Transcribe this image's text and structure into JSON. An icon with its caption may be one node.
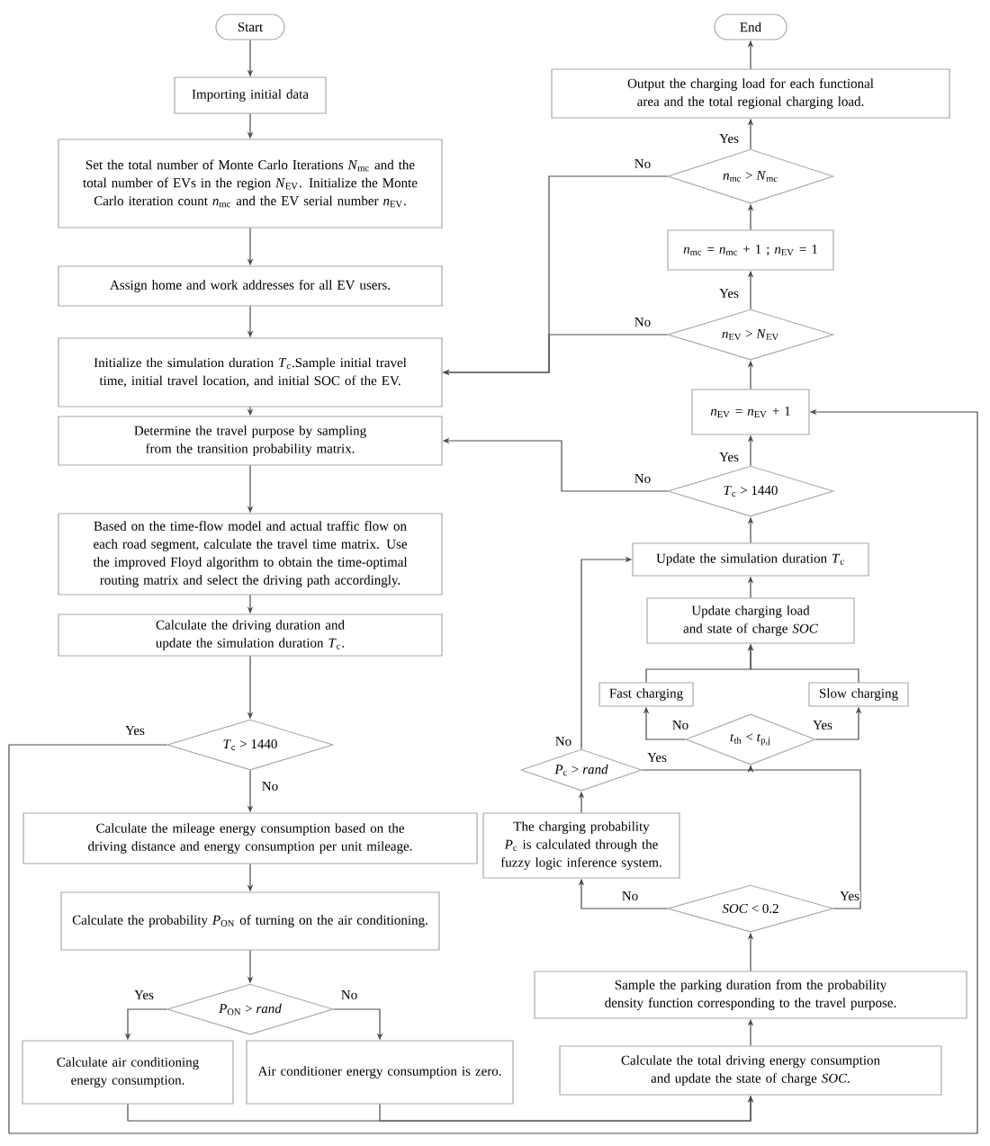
{
  "diagram": {
    "nodes": [
      {
        "text": [
          "Start"
        ]
      },
      {
        "text": [
          "Importing initial data"
        ]
      },
      {
        "text": [
          "Set the total number of Monte Carlo Iterations *N*$_{mc}$ and the total number of EVs in the region *N*$_{EV}$. Initialize the Monte Carlo iteration count *n*$_{mc}$ and the EV serial number *n*$_{EV}$."
        ]
      },
      {
        "text": [
          "Assign home and work addresses for all EV users."
        ]
      },
      {
        "text": [
          "Initialize the simulation duration *T*$_{c}$.Sample initial travel time, initial travel location, and initial SOC of the EV."
        ]
      },
      {
        "text": [
          "Determine the travel purpose by sampling from the transition probability matrix."
        ]
      },
      {
        "text": [
          "Based on the time-flow model and actual traffic flow on each road segment, calculate the travel time matrix. Use the improved Floyd algorithm to obtain the time-optimal routing matrix and select the driving path accordingly."
        ]
      },
      {
        "text": [
          "Calculate the driving duration and update the simulation duration *T*$_{c}$."
        ]
      },
      {
        "text": [
          "*T*$_{c}$ > 1440"
        ]
      },
      {
        "text": [
          "Calculate the mileage energy consumption based on the driving distance and energy consumption per unit mileage."
        ]
      },
      {
        "text": [
          "Calculate the probability *P*$_{ON}$ of turning on the air conditioning."
        ]
      },
      {
        "text": [
          "*P*$_{ON}$ > *rand*"
        ]
      },
      {
        "text": [
          "Calculate air conditioning energy consumption."
        ]
      },
      {
        "text": [
          "Air conditioner energy consumption is zero."
        ]
      },
      {
        "text": [
          "End"
        ]
      },
      {
        "text": [
          "Output the charging load for each functional area and the total regional charging load."
        ]
      },
      {
        "text": [
          "*n*$_{mc}$ > *N*$_{mc}$"
        ]
      },
      {
        "text": [
          "*n*$_{mc}$ = *n*$_{mc}$ + 1 ; *n*$_{EV}$ = 1"
        ]
      },
      {
        "text": [
          "*n*$_{EV}$ > *N*$_{EV}$"
        ]
      },
      {
        "text": [
          "*n*$_{EV}$ = *n*$_{EV}$ + 1"
        ]
      },
      {
        "text": [
          "*T*$_{c}$ > 1440"
        ]
      },
      {
        "text": [
          "Update the simulation duration *T*$_{c}$"
        ]
      },
      {
        "text": [
          "Update charging load and state of charge *SOC*"
        ]
      },
      {
        "text": [
          "Fast charging"
        ]
      },
      {
        "text": [
          "Slow charging"
        ]
      },
      {
        "text": [
          "*t*$_{th}$ < *t*$_{p,j}$"
        ]
      },
      {
        "text": [
          "*P*$_{c}$ > *rand*"
        ]
      },
      {
        "text": [
          "The charging probability *P*$_{c}$ is calculated through the fuzzy logic inference system."
        ]
      },
      {
        "text": [
          "*SOC* < 0.2"
        ]
      },
      {
        "text": [
          "Sample the parking duration from the probability density function corresponding to the travel purpose."
        ]
      },
      {
        "text": [
          "Calculate the total driving energy consumption and update the state of charge *SOC*."
        ]
      }
    ],
    "edges": [
      {
        "from": 0,
        "to": 1,
        "arrow": "to"
      },
      {
        "from": 1,
        "to": 2,
        "arrow": "to"
      },
      {
        "from": 2,
        "to": 3,
        "arrow": "to"
      },
      {
        "from": 3,
        "to": 4,
        "arrow": "to"
      },
      {
        "from": 4,
        "to": 5,
        "arrow": "to"
      },
      {
        "from": 5,
        "to": 6,
        "arrow": "to"
      },
      {
        "from": 6,
        "to": 7,
        "arrow": "to"
      },
      {
        "from": 7,
        "to": 8,
        "arrow": "to"
      },
      {
        "from": 8,
        "to": 9,
        "arrow": "to",
        "label": "No"
      },
      {
        "from": 8,
        "to": 19,
        "arrow": "to",
        "label": "Yes"
      },
      {
        "from": 9,
        "to": 10,
        "arrow": "to"
      },
      {
        "from": 10,
        "to": 11,
        "arrow": "to"
      },
      {
        "from": 11,
        "to": 12,
        "arrow": "to",
        "label": "Yes"
      },
      {
        "from": 11,
        "to": 13,
        "arrow": "to",
        "label": "No"
      },
      {
        "from": 12,
        "to": 30,
        "arrow": "to"
      },
      {
        "from": 13,
        "to": 30,
        "arrow": "to"
      },
      {
        "from": 30,
        "to": 29,
        "arrow": "to"
      },
      {
        "from": 29,
        "to": 28,
        "arrow": "to"
      },
      {
        "from": 28,
        "to": 27,
        "arrow": "to",
        "label": "No"
      },
      {
        "from": 28,
        "to": 25,
        "arrow": "to",
        "label": "Yes"
      },
      {
        "from": 27,
        "to": 26,
        "arrow": "to"
      },
      {
        "from": 26,
        "to": 21,
        "arrow": "to",
        "label": "No"
      },
      {
        "from": 26,
        "to": 25,
        "arrow": "to",
        "label": "Yes"
      },
      {
        "from": 25,
        "to": 23,
        "arrow": "to",
        "label": "No"
      },
      {
        "from": 25,
        "to": 24,
        "arrow": "to",
        "label": "Yes"
      },
      {
        "from": 23,
        "to": 22,
        "arrow": "to"
      },
      {
        "from": 24,
        "to": 22,
        "arrow": "to"
      },
      {
        "from": 22,
        "to": 21,
        "arrow": "to"
      },
      {
        "from": 21,
        "to": 20,
        "arrow": "to"
      },
      {
        "from": 20,
        "to": 19,
        "arrow": "to",
        "label": "Yes"
      },
      {
        "from": 20,
        "to": 5,
        "arrow": "to",
        "label": "No"
      },
      {
        "from": 19,
        "to": 18,
        "arrow": "to"
      },
      {
        "from": 18,
        "to": 17,
        "arrow": "to",
        "label": "Yes"
      },
      {
        "from": 18,
        "to": 4,
        "arrow": "to",
        "label": "No"
      },
      {
        "from": 17,
        "to": 16,
        "arrow": "to"
      },
      {
        "from": 16,
        "to": 15,
        "arrow": "to",
        "label": "Yes"
      },
      {
        "from": 16,
        "to": 4,
        "arrow": "to",
        "label": "No"
      },
      {
        "from": 15,
        "to": 14,
        "arrow": "to"
      }
    ]
  }
}
